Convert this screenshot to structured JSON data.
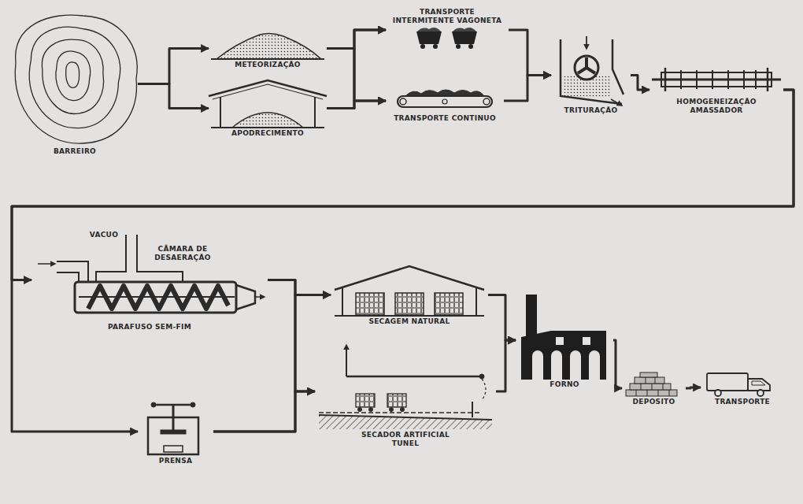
{
  "diagram": {
    "nodes": [
      {
        "text": [
          "BARREIRO"
        ]
      },
      {
        "text": [
          "METEORIZAÇÃO"
        ]
      },
      {
        "text": [
          "APODRECIMENTO"
        ]
      },
      {
        "text": [
          "TRANSPORTE INTERMITENTE VAGONETA"
        ]
      },
      {
        "text": [
          "TRANSPORTE CONTINUO"
        ]
      },
      {
        "text": [
          "TRITURAÇÃO"
        ]
      },
      {
        "text": [
          "HOMOGENEIZAÇÃO AMASSADOR"
        ]
      },
      {
        "text": [
          "PARAFUSO SEM-FIM"
        ]
      },
      {
        "text": [
          "PRENSA"
        ]
      },
      {
        "text": [
          "SECAGEM NATURAL"
        ]
      },
      {
        "text": [
          "SECADOR ARTIFICIAL TUNEL"
        ]
      },
      {
        "text": [
          "FORNO"
        ]
      },
      {
        "text": [
          "DEPOSITO"
        ]
      },
      {
        "text": [
          "TRANSPORTE"
        ]
      }
    ],
    "edges": [
      {
        "from": 0,
        "to": 1,
        "arrow": "to"
      },
      {
        "from": 0,
        "to": 2,
        "arrow": "to"
      },
      {
        "from": 1,
        "to": 3,
        "arrow": "to"
      },
      {
        "from": 1,
        "to": 4,
        "arrow": "to"
      },
      {
        "from": 2,
        "to": 3,
        "arrow": "to"
      },
      {
        "from": 2,
        "to": 4,
        "arrow": "to"
      },
      {
        "from": 3,
        "to": 5,
        "arrow": "to"
      },
      {
        "from": 4,
        "to": 5,
        "arrow": "to"
      },
      {
        "from": 5,
        "to": 6,
        "arrow": "to"
      },
      {
        "from": 6,
        "to": 7,
        "arrow": "to"
      },
      {
        "from": 6,
        "to": 8,
        "arrow": "to"
      },
      {
        "from": 7,
        "to": 9,
        "arrow": "to"
      },
      {
        "from": 7,
        "to": 10,
        "arrow": "to"
      },
      {
        "from": 8,
        "to": 9,
        "arrow": "to"
      },
      {
        "from": 8,
        "to": 10,
        "arrow": "to"
      },
      {
        "from": 9,
        "to": 11,
        "arrow": "to"
      },
      {
        "from": 10,
        "to": 11,
        "arrow": "to"
      },
      {
        "from": 11,
        "to": 12,
        "arrow": "to"
      },
      {
        "from": 12,
        "to": 13,
        "arrow": "to"
      }
    ],
    "labels": [
      "VACUO",
      "CÂMARA DE DESAERAÇÃO"
    ]
  }
}
